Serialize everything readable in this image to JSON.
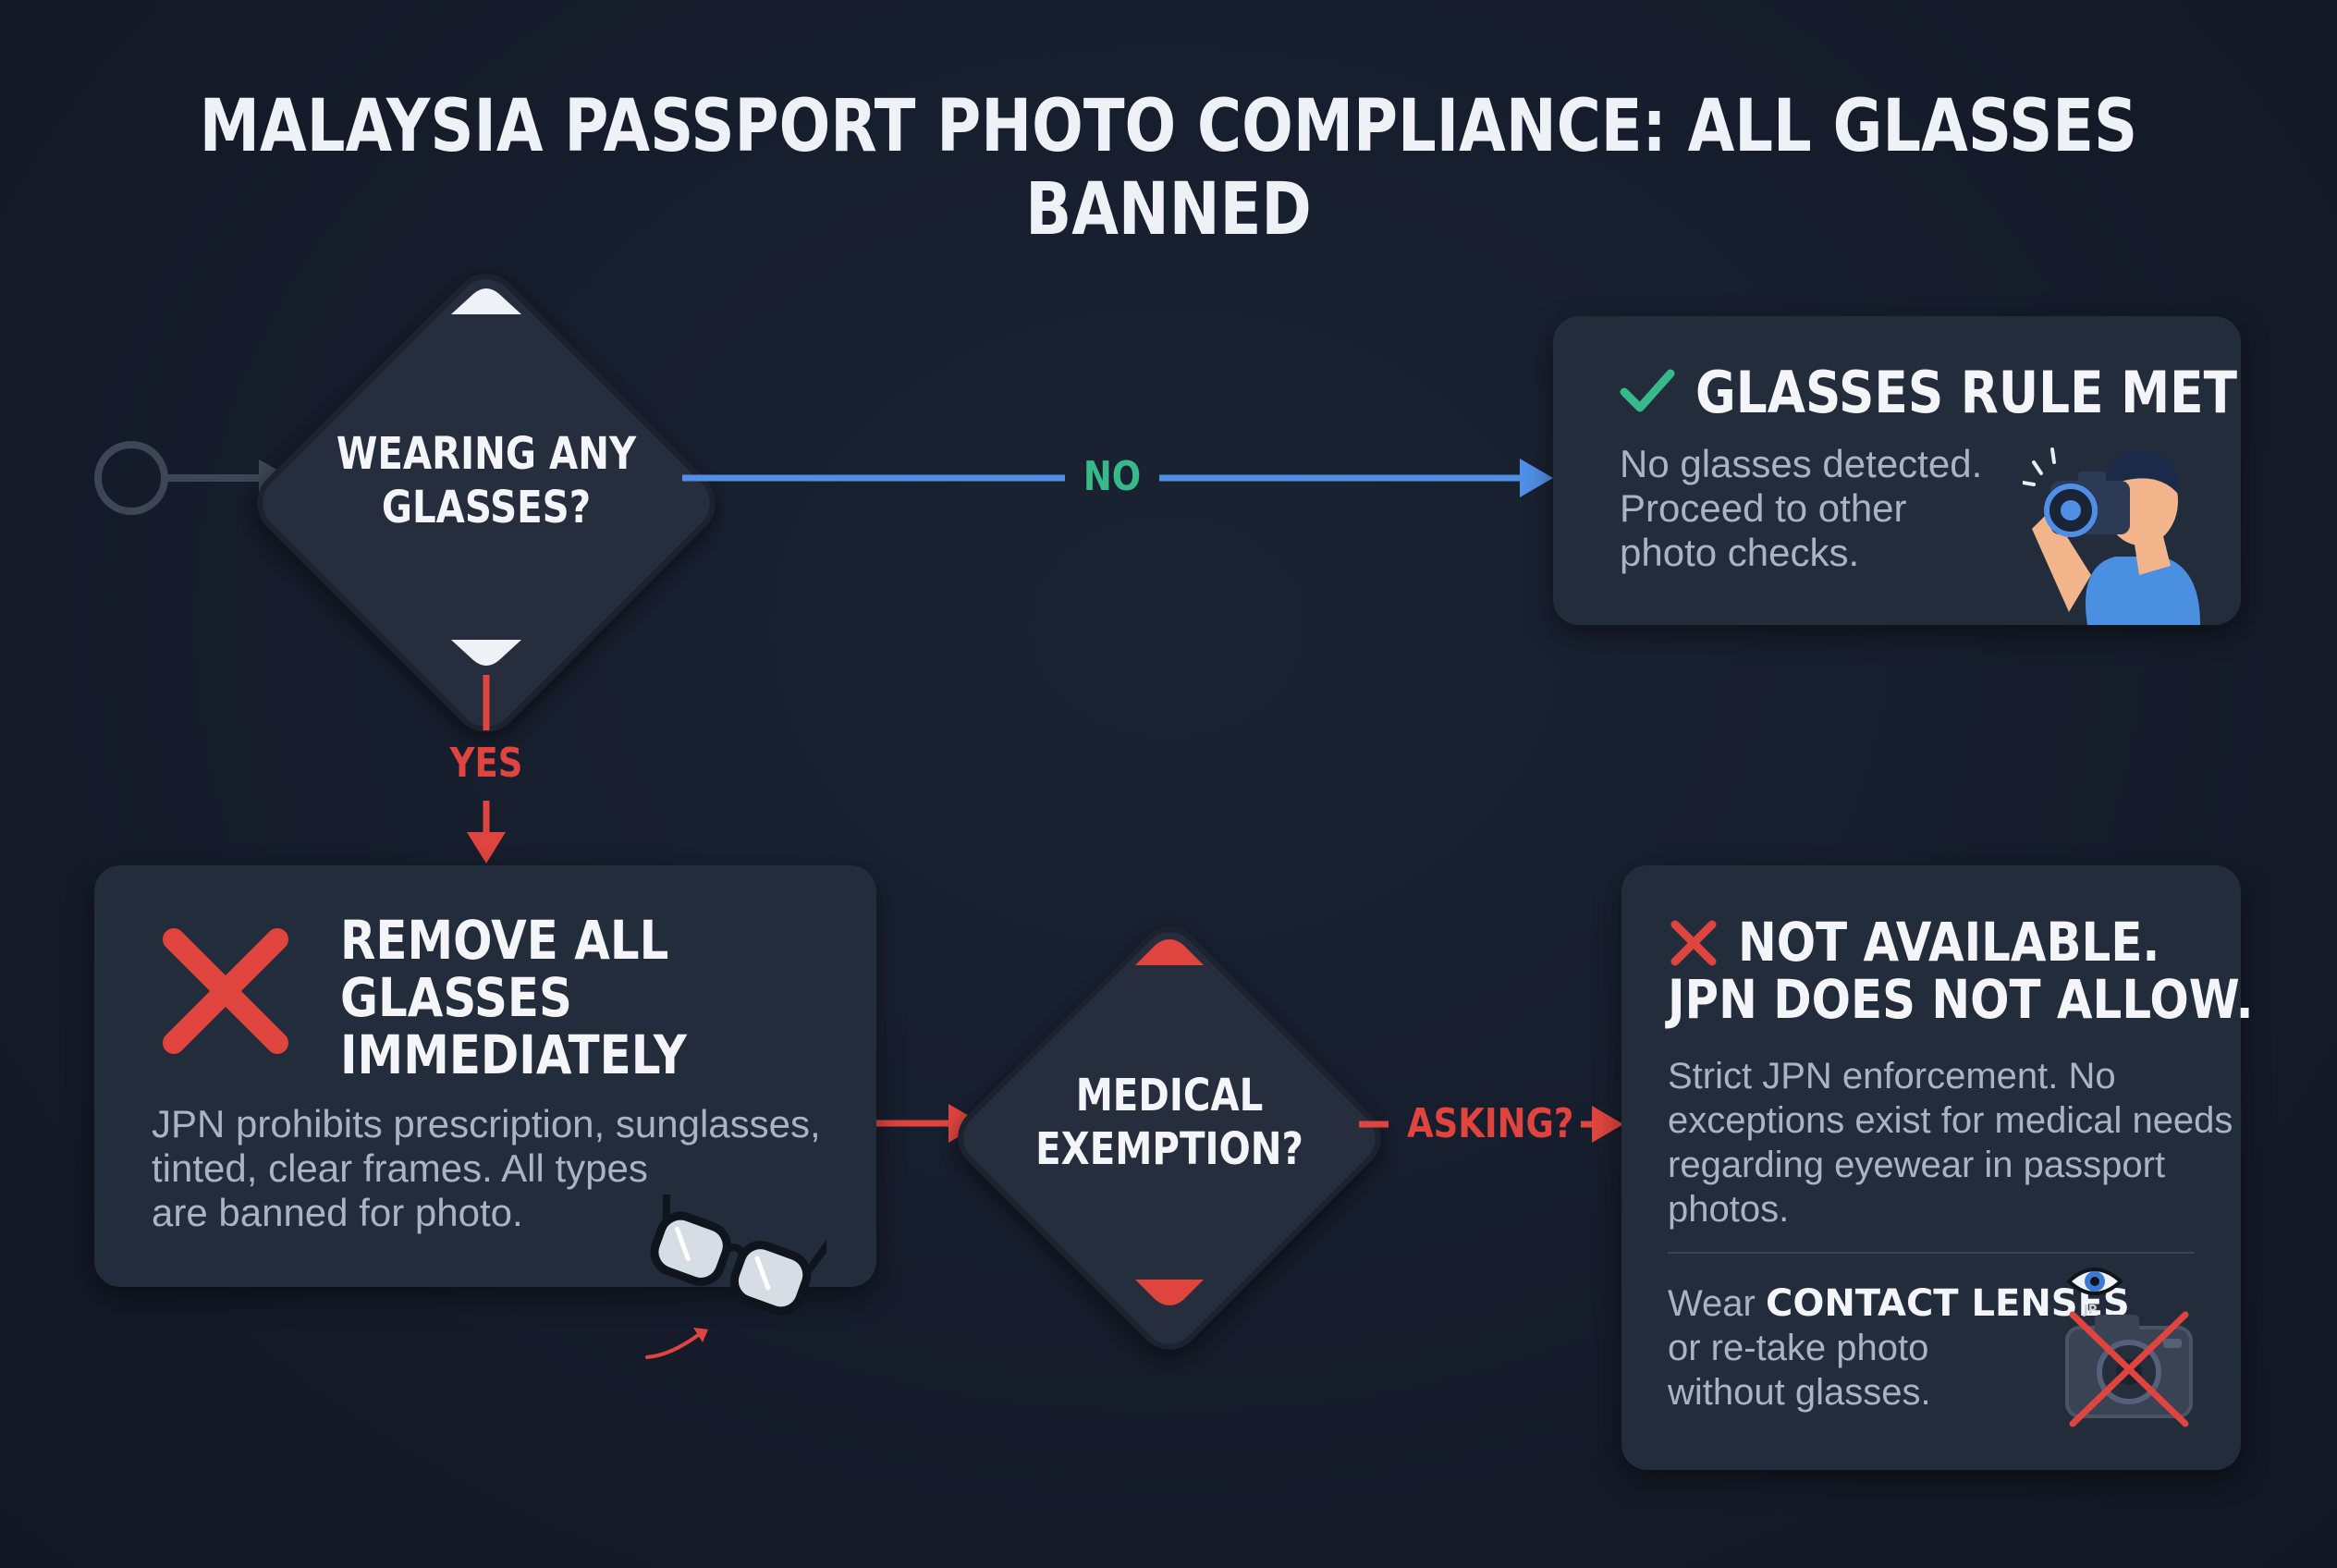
{
  "title": "MALAYSIA PASSPORT PHOTO COMPLIANCE: ALL GLASSES BANNED",
  "decision_glasses": {
    "line1": "WEARING ANY",
    "line2": "GLASSES?"
  },
  "edge_no": "NO",
  "edge_yes": "YES",
  "edge_asking": "ASKING?",
  "rule_met": {
    "title": "GLASSES RULE MET",
    "line1": "No glasses detected.",
    "line2": "Proceed to other",
    "line3": "photo checks."
  },
  "remove": {
    "title1": "REMOVE ALL",
    "title2": "GLASSES",
    "title3": "IMMEDIATELY",
    "line1": "JPN prohibits prescription, sunglasses,",
    "line2": "tinted, clear frames. All types",
    "line3": "are banned for photo."
  },
  "decision_medical": {
    "line1": "MEDICAL",
    "line2": "EXEMPTION?"
  },
  "not_available": {
    "title1": "NOT AVAILABLE.",
    "title2": "JPN DOES NOT ALLOW.",
    "line1": "Strict JPN enforcement. No",
    "line2": "exceptions exist for medical needs",
    "line3": "regarding eyewear in passport",
    "line4": "photos.",
    "wear_prefix": "Wear",
    "wear_bold": "CONTACT LENSES",
    "alt1": "or re-take photo",
    "alt2": "without glasses.",
    "badge": "JP"
  },
  "colors": {
    "blue": "#4f8fe6",
    "red": "#e0443f",
    "green": "#37b98a",
    "card": "#232c3b",
    "diamond": "#252e3d"
  }
}
